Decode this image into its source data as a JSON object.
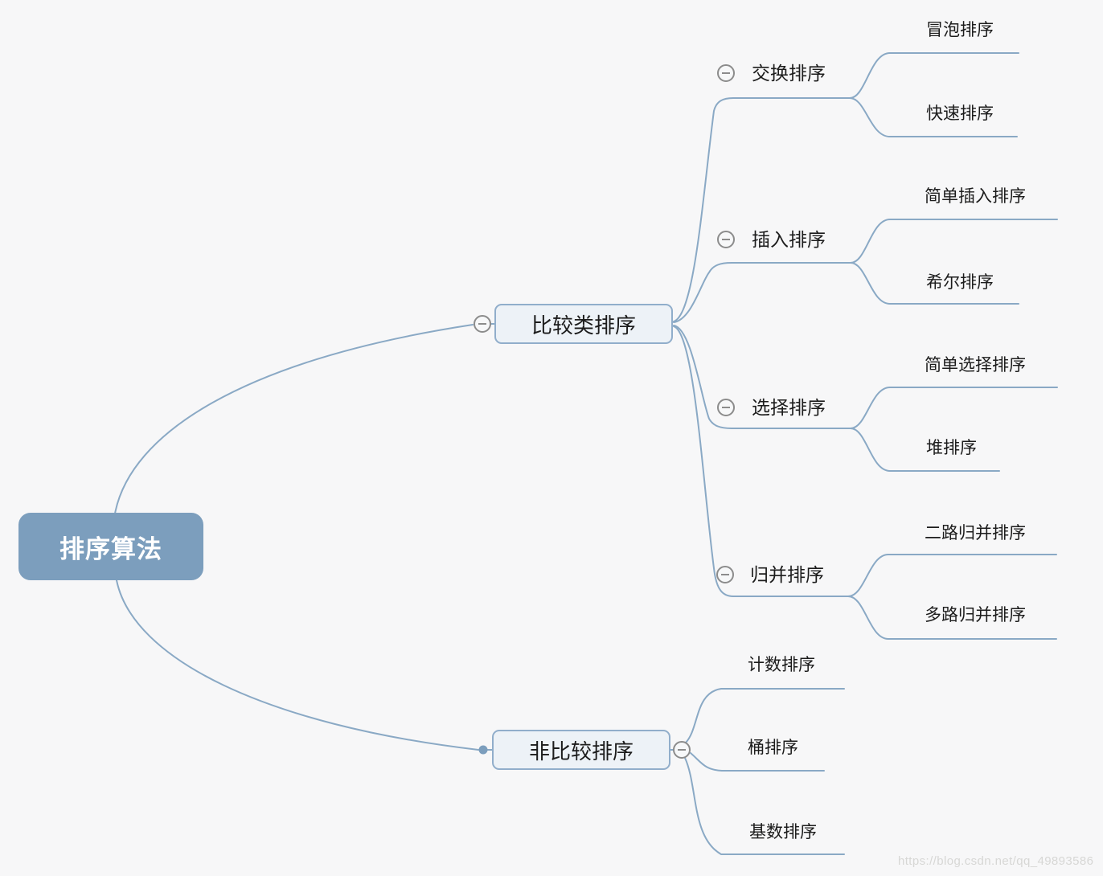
{
  "page": {
    "watermark": "https://blog.csdn.net/qq_49893586"
  },
  "palette": {
    "background": "#f7f7f8",
    "root_fill": "#7c9ebd",
    "node_fill": "#edf2f7",
    "node_border": "#91aecb",
    "line": "#8aa9c5",
    "collapse_stroke": "#8c8c8c",
    "text": "#1c1c1c",
    "watermark_text": "#d7d7d5"
  },
  "icons": {
    "collapse_minus": "−",
    "branch_dot": "●"
  },
  "mindmap": {
    "root": {
      "label": "排序算法"
    },
    "branches": [
      {
        "label": "比较类排序",
        "children": [
          {
            "label": "交换排序",
            "children": [
              {
                "label": "冒泡排序"
              },
              {
                "label": "快速排序"
              }
            ]
          },
          {
            "label": "插入排序",
            "children": [
              {
                "label": "简单插入排序"
              },
              {
                "label": "希尔排序"
              }
            ]
          },
          {
            "label": "选择排序",
            "children": [
              {
                "label": "简单选择排序"
              },
              {
                "label": "堆排序"
              }
            ]
          },
          {
            "label": "归并排序",
            "children": [
              {
                "label": "二路归并排序"
              },
              {
                "label": "多路归并排序"
              }
            ]
          }
        ]
      },
      {
        "label": "非比较排序",
        "children": [
          {
            "label": "计数排序"
          },
          {
            "label": "桶排序"
          },
          {
            "label": "基数排序"
          }
        ]
      }
    ]
  }
}
